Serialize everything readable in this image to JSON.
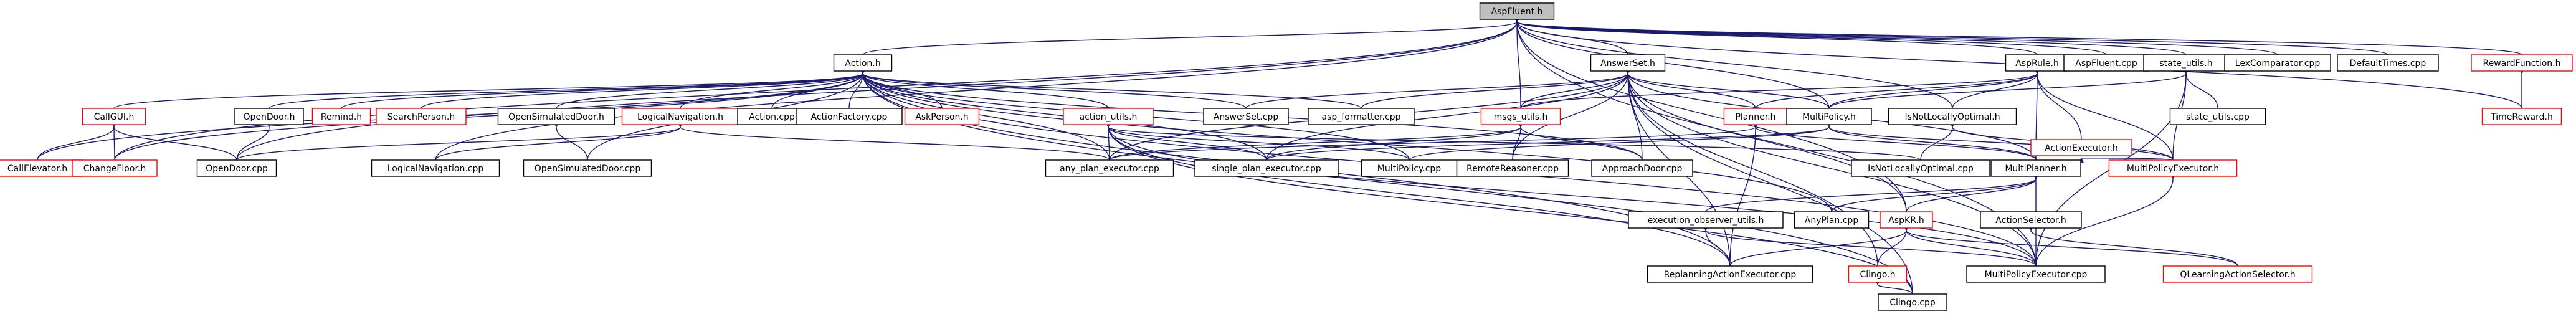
{
  "diagram": {
    "colors": {
      "edge": "#191970",
      "box_border": "#000000",
      "missing_box_border": "#ff0000",
      "root_fill": "#bfbfbf",
      "background": "#ffffff"
    },
    "nodes": [
      {
        "id": "aspfluent_h",
        "label": "AspFluent.h",
        "kind": "root"
      },
      {
        "id": "action_h",
        "label": "Action.h",
        "kind": "normal"
      },
      {
        "id": "answerset_h",
        "label": "AnswerSet.h",
        "kind": "normal"
      },
      {
        "id": "msgs_utils_h",
        "label": "msgs_utils.h",
        "kind": "missing"
      },
      {
        "id": "asprule_h",
        "label": "AspRule.h",
        "kind": "normal"
      },
      {
        "id": "aspfluent_cpp",
        "label": "AspFluent.cpp",
        "kind": "normal"
      },
      {
        "id": "state_utils_h",
        "label": "state_utils.h",
        "kind": "normal"
      },
      {
        "id": "lexcomparator_cpp",
        "label": "LexComparator.cpp",
        "kind": "normal"
      },
      {
        "id": "defaulttimes_cpp",
        "label": "DefaultTimes.cpp",
        "kind": "normal"
      },
      {
        "id": "rewardfunction_h",
        "label": "RewardFunction.h",
        "kind": "missing"
      },
      {
        "id": "callgui_h",
        "label": "CallGUI.h",
        "kind": "missing"
      },
      {
        "id": "opendoor_h",
        "label": "OpenDoor.h",
        "kind": "normal"
      },
      {
        "id": "remind_h",
        "label": "Remind.h",
        "kind": "missing"
      },
      {
        "id": "searchperson_h",
        "label": "SearchPerson.h",
        "kind": "missing"
      },
      {
        "id": "opensimulateddoor_h",
        "label": "OpenSimulatedDoor.h",
        "kind": "normal"
      },
      {
        "id": "logicalnavigation_h",
        "label": "LogicalNavigation.h",
        "kind": "missing"
      },
      {
        "id": "action_cpp",
        "label": "Action.cpp",
        "kind": "normal"
      },
      {
        "id": "actionfactory_cpp",
        "label": "ActionFactory.cpp",
        "kind": "normal"
      },
      {
        "id": "askperson_h",
        "label": "AskPerson.h",
        "kind": "missing"
      },
      {
        "id": "action_utils_h",
        "label": "action_utils.h",
        "kind": "missing"
      },
      {
        "id": "answerset_cpp",
        "label": "AnswerSet.cpp",
        "kind": "normal"
      },
      {
        "id": "asp_formatter_cpp",
        "label": "asp_formatter.cpp",
        "kind": "normal"
      },
      {
        "id": "planner_h",
        "label": "Planner.h",
        "kind": "missing"
      },
      {
        "id": "multipolicy_h",
        "label": "MultiPolicy.h",
        "kind": "normal"
      },
      {
        "id": "isnotlocallyoptimal_h",
        "label": "IsNotLocallyOptimal.h",
        "kind": "normal"
      },
      {
        "id": "actionexecutor_h",
        "label": "ActionExecutor.h",
        "kind": "missing"
      },
      {
        "id": "state_utils_cpp",
        "label": "state_utils.cpp",
        "kind": "normal"
      },
      {
        "id": "timereward_h",
        "label": "TimeReward.h",
        "kind": "missing"
      },
      {
        "id": "callelevator_h",
        "label": "CallElevator.h",
        "kind": "missing"
      },
      {
        "id": "changefloor_h",
        "label": "ChangeFloor.h",
        "kind": "missing"
      },
      {
        "id": "opendoor_cpp",
        "label": "OpenDoor.cpp",
        "kind": "normal"
      },
      {
        "id": "logicalnavigation_cpp",
        "label": "LogicalNavigation.cpp",
        "kind": "normal"
      },
      {
        "id": "opensimulateddoor_cpp",
        "label": "OpenSimulatedDoor.cpp",
        "kind": "normal"
      },
      {
        "id": "any_plan_executor_cpp",
        "label": "any_plan_executor.cpp",
        "kind": "normal"
      },
      {
        "id": "single_plan_executor_cpp",
        "label": "single_plan_executor.cpp",
        "kind": "normal"
      },
      {
        "id": "multipolicy_cpp",
        "label": "MultiPolicy.cpp",
        "kind": "normal"
      },
      {
        "id": "remotereasoner_cpp",
        "label": "RemoteReasoner.cpp",
        "kind": "normal"
      },
      {
        "id": "approachdoor_cpp",
        "label": "ApproachDoor.cpp",
        "kind": "normal"
      },
      {
        "id": "isnotlocallyoptimal_cpp",
        "label": "IsNotLocallyOptimal.cpp",
        "kind": "normal"
      },
      {
        "id": "multiplanner_h",
        "label": "MultiPlanner.h",
        "kind": "normal"
      },
      {
        "id": "multipolicyexecutor_h",
        "label": "MultiPolicyExecutor.h",
        "kind": "missing"
      },
      {
        "id": "anyplan_cpp",
        "label": "AnyPlan.cpp",
        "kind": "normal"
      },
      {
        "id": "execution_observer_utils_h",
        "label": "execution_observer_utils.h",
        "kind": "normal"
      },
      {
        "id": "aspkr_h",
        "label": "AspKR.h",
        "kind": "missing"
      },
      {
        "id": "actionselector_h",
        "label": "ActionSelector.h",
        "kind": "normal"
      },
      {
        "id": "replanningactionexecutor_cpp",
        "label": "ReplanningActionExecutor.cpp",
        "kind": "normal"
      },
      {
        "id": "clingo_h",
        "label": "Clingo.h",
        "kind": "missing"
      },
      {
        "id": "multipolicyexecutor_cpp",
        "label": "MultiPolicyExecutor.cpp",
        "kind": "normal"
      },
      {
        "id": "qlearningactionselector_h",
        "label": "QLearningActionSelector.h",
        "kind": "missing"
      },
      {
        "id": "clingo_cpp",
        "label": "Clingo.cpp",
        "kind": "normal"
      }
    ],
    "edges": [
      [
        "aspfluent_h",
        "action_h"
      ],
      [
        "aspfluent_h",
        "answerset_h"
      ],
      [
        "aspfluent_h",
        "msgs_utils_h"
      ],
      [
        "aspfluent_h",
        "asprule_h"
      ],
      [
        "aspfluent_h",
        "aspfluent_cpp"
      ],
      [
        "aspfluent_h",
        "state_utils_h"
      ],
      [
        "aspfluent_h",
        "lexcomparator_cpp"
      ],
      [
        "aspfluent_h",
        "defaulttimes_cpp"
      ],
      [
        "aspfluent_h",
        "rewardfunction_h"
      ],
      [
        "aspfluent_h",
        "opendoor_cpp"
      ],
      [
        "aspfluent_h",
        "changefloor_h"
      ],
      [
        "aspfluent_h",
        "multipolicy_h"
      ],
      [
        "aspfluent_h",
        "isnotlocallyoptimal_h"
      ],
      [
        "aspfluent_h",
        "timereward_h"
      ],
      [
        "aspfluent_h",
        "multipolicyexecutor_cpp"
      ],
      [
        "aspfluent_h",
        "aspkr_h"
      ],
      [
        "aspfluent_h",
        "logicalnavigation_cpp"
      ],
      [
        "action_h",
        "callgui_h"
      ],
      [
        "action_h",
        "opendoor_h"
      ],
      [
        "action_h",
        "remind_h"
      ],
      [
        "action_h",
        "searchperson_h"
      ],
      [
        "action_h",
        "opensimulateddoor_h"
      ],
      [
        "action_h",
        "logicalnavigation_h"
      ],
      [
        "action_h",
        "action_cpp"
      ],
      [
        "action_h",
        "actionfactory_cpp"
      ],
      [
        "action_h",
        "askperson_h"
      ],
      [
        "action_h",
        "action_utils_h"
      ],
      [
        "action_h",
        "answerset_cpp"
      ],
      [
        "action_h",
        "asp_formatter_cpp"
      ],
      [
        "action_h",
        "callelevator_h"
      ],
      [
        "action_h",
        "changefloor_h"
      ],
      [
        "action_h",
        "opensimulateddoor_cpp"
      ],
      [
        "action_h",
        "single_plan_executor_cpp"
      ],
      [
        "action_h",
        "multipolicy_cpp"
      ],
      [
        "action_h",
        "approachdoor_cpp"
      ],
      [
        "action_h",
        "clingo_cpp"
      ],
      [
        "action_h",
        "replanningactionexecutor_cpp"
      ],
      [
        "action_h",
        "multipolicyexecutor_cpp"
      ],
      [
        "action_h",
        "any_plan_executor_cpp"
      ],
      [
        "action_h",
        "anyplan_cpp"
      ],
      [
        "answerset_h",
        "answerset_cpp"
      ],
      [
        "answerset_h",
        "asp_formatter_cpp"
      ],
      [
        "answerset_h",
        "msgs_utils_h"
      ],
      [
        "answerset_h",
        "planner_h"
      ],
      [
        "answerset_h",
        "multipolicy_h"
      ],
      [
        "answerset_h",
        "any_plan_executor_cpp"
      ],
      [
        "answerset_h",
        "single_plan_executor_cpp"
      ],
      [
        "answerset_h",
        "remotereasoner_cpp"
      ],
      [
        "answerset_h",
        "approachdoor_cpp"
      ],
      [
        "answerset_h",
        "aspkr_h"
      ],
      [
        "answerset_h",
        "replanningactionexecutor_cpp"
      ],
      [
        "answerset_h",
        "clingo_cpp"
      ],
      [
        "answerset_h",
        "multiplanner_h"
      ],
      [
        "answerset_h",
        "clingo_h"
      ],
      [
        "answerset_h",
        "multipolicyexecutor_cpp"
      ],
      [
        "msgs_utils_h",
        "any_plan_executor_cpp"
      ],
      [
        "msgs_utils_h",
        "single_plan_executor_cpp"
      ],
      [
        "msgs_utils_h",
        "remotereasoner_cpp"
      ],
      [
        "msgs_utils_h",
        "approachdoor_cpp"
      ],
      [
        "asprule_h",
        "planner_h"
      ],
      [
        "asprule_h",
        "multipolicy_h"
      ],
      [
        "asprule_h",
        "isnotlocallyoptimal_h"
      ],
      [
        "asprule_h",
        "actionexecutor_h"
      ],
      [
        "asprule_h",
        "multipolicyexecutor_h"
      ],
      [
        "asprule_h",
        "msgs_utils_h"
      ],
      [
        "asprule_h",
        "multiplanner_h"
      ],
      [
        "state_utils_h",
        "state_utils_cpp"
      ],
      [
        "state_utils_h",
        "multipolicy_h"
      ],
      [
        "state_utils_h",
        "multipolicyexecutor_h"
      ],
      [
        "state_utils_h",
        "multipolicyexecutor_cpp"
      ],
      [
        "rewardfunction_h",
        "timereward_h"
      ],
      [
        "callgui_h",
        "callelevator_h"
      ],
      [
        "callgui_h",
        "changefloor_h"
      ],
      [
        "callgui_h",
        "opendoor_cpp"
      ],
      [
        "opendoor_h",
        "opendoor_cpp"
      ],
      [
        "opensimulateddoor_h",
        "opensimulateddoor_cpp"
      ],
      [
        "logicalnavigation_h",
        "logicalnavigation_cpp"
      ],
      [
        "logicalnavigation_h",
        "opendoor_cpp"
      ],
      [
        "logicalnavigation_h",
        "any_plan_executor_cpp"
      ],
      [
        "action_utils_h",
        "any_plan_executor_cpp"
      ],
      [
        "action_utils_h",
        "single_plan_executor_cpp"
      ],
      [
        "action_utils_h",
        "multipolicy_cpp"
      ],
      [
        "action_utils_h",
        "replanningactionexecutor_cpp"
      ],
      [
        "action_utils_h",
        "multipolicyexecutor_cpp"
      ],
      [
        "action_utils_h",
        "clingo_cpp"
      ],
      [
        "action_utils_h",
        "isnotlocallyoptimal_cpp"
      ],
      [
        "planner_h",
        "multiplanner_h"
      ],
      [
        "planner_h",
        "replanningactionexecutor_cpp"
      ],
      [
        "planner_h",
        "any_plan_executor_cpp"
      ],
      [
        "multipolicy_h",
        "multipolicy_cpp"
      ],
      [
        "multipolicy_h",
        "multiplanner_h"
      ],
      [
        "multipolicy_h",
        "multipolicyexecutor_h"
      ],
      [
        "multipolicy_h",
        "single_plan_executor_cpp"
      ],
      [
        "isnotlocallyoptimal_h",
        "isnotlocallyoptimal_cpp"
      ],
      [
        "isnotlocallyoptimal_h",
        "multipolicyexecutor_h"
      ],
      [
        "actionexecutor_h",
        "multipolicyexecutor_h"
      ],
      [
        "multiplanner_h",
        "anyplan_cpp"
      ],
      [
        "multiplanner_h",
        "aspkr_h"
      ],
      [
        "multiplanner_h",
        "multipolicyexecutor_cpp"
      ],
      [
        "multiplanner_h",
        "execution_observer_utils_h"
      ],
      [
        "multipolicyexecutor_h",
        "multipolicyexecutor_cpp"
      ],
      [
        "execution_observer_utils_h",
        "replanningactionexecutor_cpp"
      ],
      [
        "execution_observer_utils_h",
        "multipolicyexecutor_cpp"
      ],
      [
        "aspkr_h",
        "replanningactionexecutor_cpp"
      ],
      [
        "aspkr_h",
        "clingo_h"
      ],
      [
        "aspkr_h",
        "multipolicyexecutor_cpp"
      ],
      [
        "aspkr_h",
        "qlearningactionselector_h"
      ],
      [
        "actionselector_h",
        "qlearningactionselector_h"
      ],
      [
        "clingo_h",
        "clingo_cpp"
      ]
    ]
  }
}
